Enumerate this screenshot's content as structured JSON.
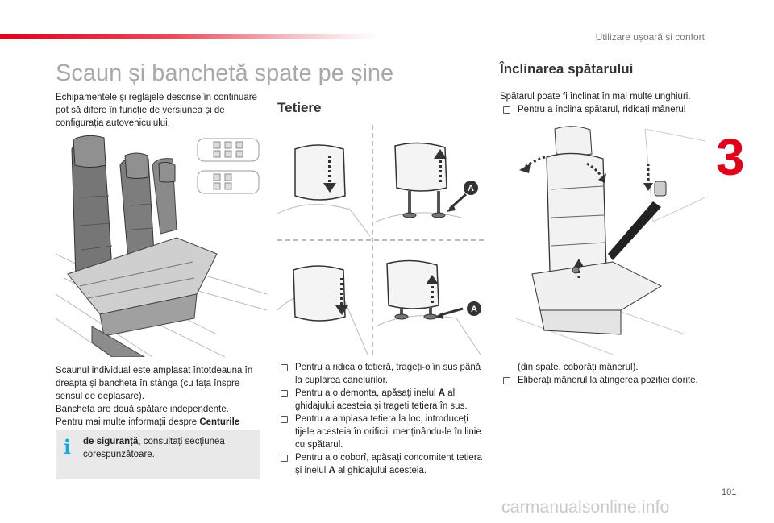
{
  "header": {
    "section": "Utilizare ușoară și confort",
    "chapter_number": "3",
    "page_number": "101"
  },
  "title": "Scaun și banchetă spate pe șine",
  "intro": "Echipamentele și reglajele descrise în continuare pot să difere în funcție de versiunea și de configurația autovehiculului.",
  "seat_text": {
    "p1": "Scaunul individual este amplasat întotdeauna în dreapta și bancheta în stânga (cu fața înspre sensul de deplasare).",
    "p2": "Bancheta are două spătare independente.",
    "p3_prefix": "Pentru mai multe informații despre ",
    "p3_bold": "Centurile"
  },
  "info": {
    "bold": "de siguranță",
    "rest": ", consultați secțiunea corespunzătoare."
  },
  "headrests": {
    "heading": "Tetiere",
    "label_a": "A",
    "items": [
      {
        "pre": "Pentru a ridica o tetieră, trageți-o în sus până la cuplarea canelurilor.",
        "bold": "",
        "post": ""
      },
      {
        "pre": "Pentru a o demonta, apăsați inelul ",
        "bold": "A",
        "post": " al ghidajului acesteia și trageți tetiera în sus."
      },
      {
        "pre": "Pentru a amplasa tetiera la loc, introduceți tijele acesteia în orificii, menținându-le în linie cu spătarul.",
        "bold": "",
        "post": ""
      },
      {
        "pre": "Pentru a o coborî, apăsați concomitent tetiera și inelul ",
        "bold": "A",
        "post": " al ghidajului acesteia."
      }
    ]
  },
  "recline": {
    "heading": "Înclinarea spătarului",
    "p1": "Spătarul poate fi înclinat în mai multe unghiuri.",
    "b1": "Pentru a înclina spătarul, ridicați mânerul",
    "cont": "(din spate, coborâți mânerul).",
    "b2": "Eliberați mânerul la atingerea poziției dorite."
  },
  "watermark": "carmanualsonline.info"
}
